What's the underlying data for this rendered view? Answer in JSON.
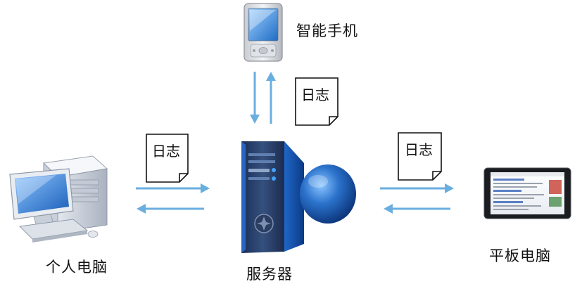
{
  "nodes": {
    "phone": {
      "label": "智能手机"
    },
    "pc": {
      "label": "个人电脑"
    },
    "server": {
      "label": "服务器"
    },
    "tablet": {
      "label": "平板电脑"
    }
  },
  "documents": {
    "phone_doc": "日志",
    "pc_doc": "日志",
    "tablet_doc": "日志"
  },
  "colors": {
    "arrow": "#6aaee0",
    "server_blue": "#1a4fa0",
    "screen_blue": "#2f7fd0"
  }
}
